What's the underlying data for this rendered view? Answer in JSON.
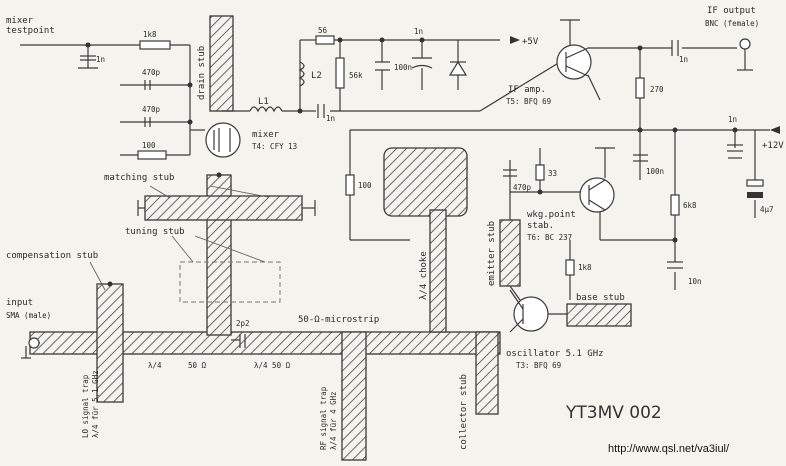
{
  "labels": {
    "mixer_testpoint_1": "mixer",
    "mixer_testpoint_2": "testpoint",
    "drain_stub": "drain stub",
    "mixer": "mixer",
    "mixer_part": "T4: CFY 13",
    "matching_stub": "matching stub",
    "tuning_stub": "tuning stub",
    "compensation_stub": "compensation stub",
    "input_1": "input",
    "input_2": "SMA (male)",
    "lo_trap_1": "LO signal trap",
    "lo_trap_2": "λ/4 für 5,1 GHz",
    "quarter_wave": "λ/4",
    "fifty_ohm": "50 Ω",
    "microstrip": "50-Ω-microstrip",
    "quarter_50": "λ/4 50 Ω",
    "rf_trap_1": "RF signal trap",
    "rf_trap_2": "λ/4 für 4 GHz",
    "collector_stub": "collector stub",
    "choke": "λ/4 choke",
    "emitter_stub": "emitter stub",
    "wkg_1": "wkg.point",
    "wkg_2": "stab.",
    "wkg_part": "T6: BC 237",
    "base_stub": "base stub",
    "oscillator": "oscillator 5.1 GHz",
    "oscillator_part": "T3: BFQ 69",
    "if_amp": "IF amp.",
    "if_amp_part": "T5: BFQ 69",
    "if_output_1": "IF output",
    "if_output_2": "BNC (female)",
    "plus5": "+5V",
    "plus12": "+12V",
    "l1": "L1",
    "l2": "L2",
    "title": "YT3MV 002",
    "url": "http://www.qsl.net/va3iul/"
  },
  "values": {
    "r1k8_mix": "1k8",
    "c470p_a": "470p",
    "c470p_b": "470p",
    "r100_mix": "100",
    "c1n_test": "1n",
    "r56": "56",
    "r56k": "56k",
    "c100n_a": "100n",
    "c1n_top": "1n",
    "c1n_l1": "1n",
    "r270": "270",
    "c1n_if": "1n",
    "c100n_b": "100n",
    "c1n_12v": "1n",
    "c4u7": "4µ7",
    "r6k8": "6k8",
    "c10n": "10n",
    "r1k8_base": "1k8",
    "r33": "33",
    "c470p_osc": "470p",
    "r100_left": "100",
    "c2p2": "2p2"
  }
}
